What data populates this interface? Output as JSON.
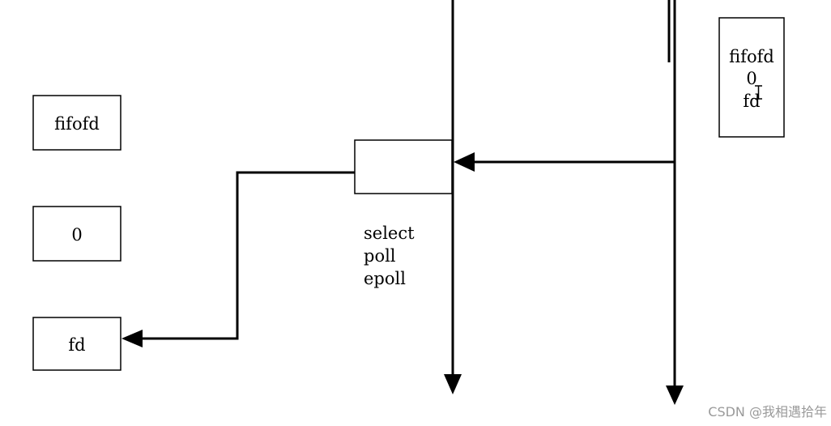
{
  "boxes": {
    "left_top": "fifofd",
    "left_middle": "0",
    "left_bottom": "fd",
    "right_panel": [
      "fifofd",
      "0",
      "fd"
    ]
  },
  "syscalls": [
    "select",
    "poll",
    "epoll"
  ],
  "watermark": "CSDN @我相遇拾年"
}
